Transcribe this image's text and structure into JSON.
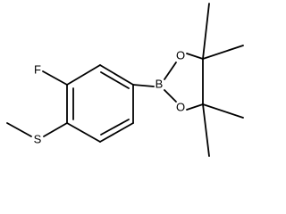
{
  "molecule": {
    "atoms": {
      "fluorine": "F",
      "sulfur": "S",
      "boron": "B",
      "oxygen_top": "O",
      "oxygen_bottom": "O"
    }
  },
  "colors": {
    "ink": "#000000",
    "background": "#ffffff"
  }
}
